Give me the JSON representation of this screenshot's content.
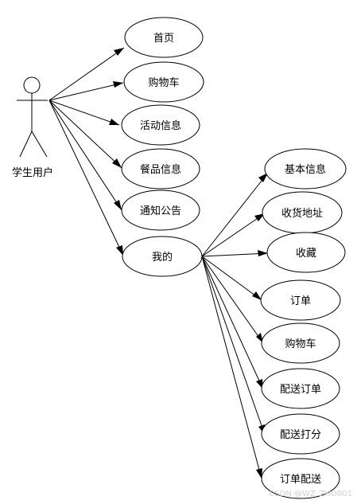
{
  "actor": {
    "label": "学生用户"
  },
  "use_cases": [
    {
      "id": "home",
      "label": "首页"
    },
    {
      "id": "cart",
      "label": "购物车"
    },
    {
      "id": "activity",
      "label": "活动信息"
    },
    {
      "id": "meal",
      "label": "餐品信息"
    },
    {
      "id": "notice",
      "label": "通知公告"
    },
    {
      "id": "mine",
      "label": "我的"
    },
    {
      "id": "basic",
      "label": "基本信息"
    },
    {
      "id": "address",
      "label": "收货地址"
    },
    {
      "id": "favorite",
      "label": "收藏"
    },
    {
      "id": "order",
      "label": "订单"
    },
    {
      "id": "cart2",
      "label": "购物车"
    },
    {
      "id": "delivery_order",
      "label": "配送订单"
    },
    {
      "id": "delivery_rating",
      "label": "配送打分"
    },
    {
      "id": "order_delivery",
      "label": "订单配送"
    }
  ],
  "watermark": "CSDN @WZ_ZHD001"
}
